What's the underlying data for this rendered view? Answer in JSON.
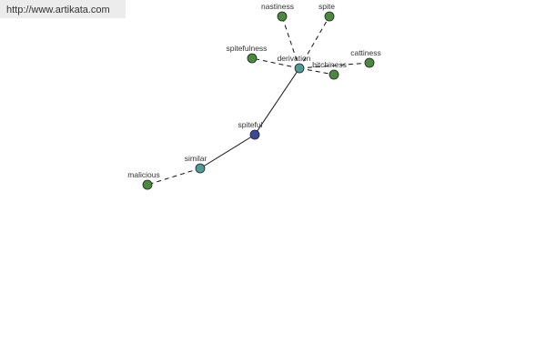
{
  "watermark": "http://www.artikata.com",
  "colors": {
    "green": "#4a8a3c",
    "teal": "#4e9a94",
    "blue": "#3a4a98"
  },
  "nodes": {
    "nastiness": {
      "label": "nastiness",
      "color": "green"
    },
    "spite": {
      "label": "spite",
      "color": "green"
    },
    "spitefulness": {
      "label": "spitefulness",
      "color": "green"
    },
    "derivation": {
      "label": "derivation",
      "color": "teal"
    },
    "bitchiness": {
      "label": "bitchiness",
      "color": "green"
    },
    "cattiness": {
      "label": "cattiness",
      "color": "green"
    },
    "spiteful": {
      "label": "spiteful",
      "color": "blue"
    },
    "similar": {
      "label": "similar",
      "color": "teal"
    },
    "malicious": {
      "label": "malicious",
      "color": "green"
    }
  },
  "edges": [
    {
      "from": "derivation",
      "to": "nastiness",
      "style": "dashed"
    },
    {
      "from": "derivation",
      "to": "spite",
      "style": "dashed"
    },
    {
      "from": "derivation",
      "to": "spitefulness",
      "style": "dashed"
    },
    {
      "from": "derivation",
      "to": "bitchiness",
      "style": "dashed"
    },
    {
      "from": "derivation",
      "to": "cattiness",
      "style": "dashed"
    },
    {
      "from": "spiteful",
      "to": "derivation",
      "style": "solid"
    },
    {
      "from": "spiteful",
      "to": "similar",
      "style": "solid"
    },
    {
      "from": "similar",
      "to": "malicious",
      "style": "dashed"
    }
  ]
}
